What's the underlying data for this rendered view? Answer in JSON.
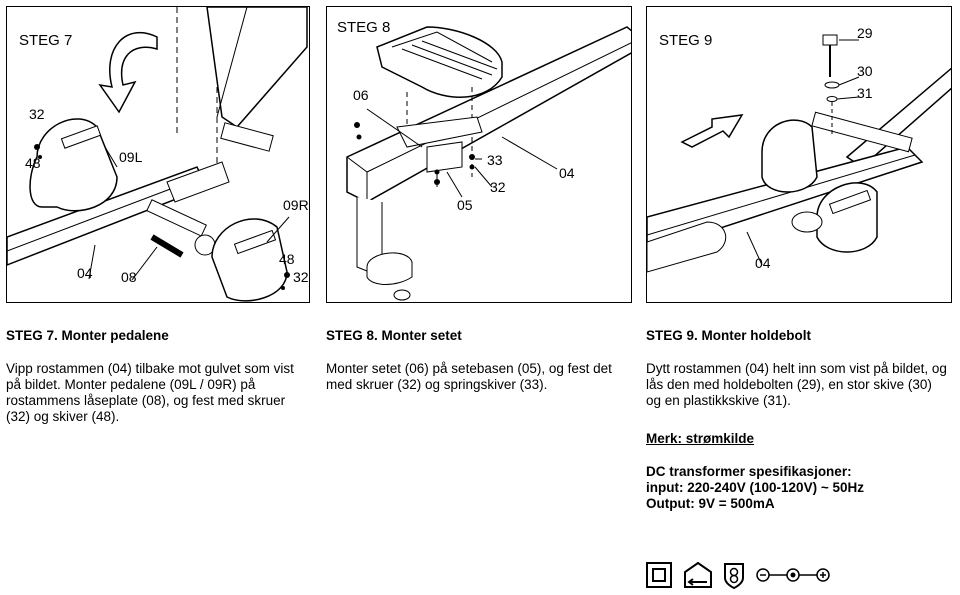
{
  "panels": [
    {
      "heading": "STEG 7",
      "labels": [
        "32",
        "48",
        "09L",
        "09R",
        "04",
        "08",
        "48",
        "32"
      ]
    },
    {
      "heading": "STEG 8",
      "labels": [
        "06",
        "33",
        "32",
        "04",
        "05"
      ]
    },
    {
      "heading": "STEG 9",
      "labels": [
        "29",
        "30",
        "31",
        "04"
      ]
    }
  ],
  "steps": [
    {
      "title": "STEG 7. Monter pedalene",
      "lines": [
        "Vipp rostammen (04) tilbake mot gulvet som vist",
        "på bildet. Monter pedalene (09L / 09R) på",
        "rostammens låseplate (08), og fest med skruer",
        "(32) og skiver (48)."
      ]
    },
    {
      "title": "STEG 8. Monter setet",
      "lines": [
        "Monter setet (06) på setebasen (05), og fest det",
        "med skruer (32) og springskiver (33)."
      ]
    },
    {
      "title": "STEG 9. Monter holdebolt",
      "lines": [
        "Dytt rostammen (04) helt inn som vist på bildet, og",
        "lås den med holdebolten (29), en stor skive (30)",
        "og en plastikkskive (31)."
      ]
    }
  ],
  "note": "Merk: strømkilde",
  "spec": {
    "title": "DC transformer spesifikasjoner:",
    "input": "input: 220-240V (100-120V) ~ 50Hz",
    "output": "Output: 9V = 500mA"
  },
  "symbols": [
    "double-insulation-icon",
    "indoor-use-icon",
    "safety-transformer-icon",
    "polarity-icon"
  ]
}
